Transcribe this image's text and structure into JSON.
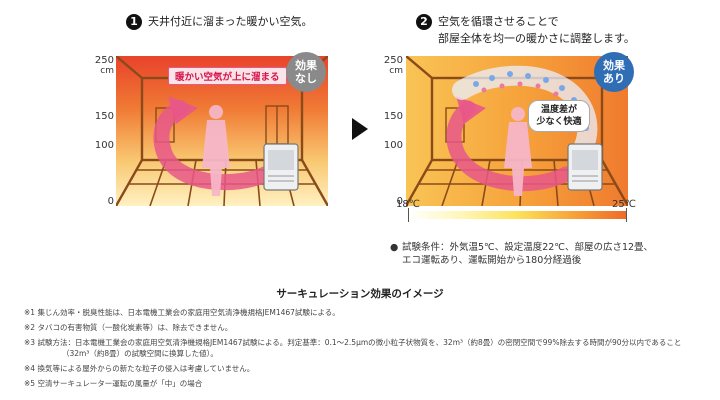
{
  "step1": {
    "number": "1",
    "text": "天井付近に溜まった暖かい空気。"
  },
  "step2": {
    "number": "2",
    "line1": "空気を循環させることで",
    "line2": "部屋全体を均一の暖かさに調整します。"
  },
  "axis": {
    "top": "250",
    "unit": "cm",
    "mid1": "150",
    "mid2": "100",
    "zero": "0"
  },
  "badge_off": {
    "line1": "効果",
    "line2": "なし",
    "color": "#8a8a8a"
  },
  "badge_on": {
    "line1": "効果",
    "line2": "あり",
    "color": "#2f6db5"
  },
  "banner1": "暖かい空気が上に溜まる",
  "callout2": {
    "line1": "温度差が",
    "line2": "少なく快適"
  },
  "temp_scale": {
    "min": "18℃",
    "max": "25℃"
  },
  "conditions": {
    "bullet": "●",
    "line1": "試験条件：外気温5℃、設定温度22℃、部屋の広さ12畳、",
    "line2": "エコ運転あり、運転開始から180分経過後"
  },
  "caption": "サーキュレーション効果のイメージ",
  "notes": [
    "※1 集じん効率・脱臭性能は、日本電機工業会の家庭用空気清浄機規格JEM1467試験による。",
    "※2 タバコの有害物質（一酸化炭素等）は、除去できません。",
    "※3 試験方法：日本電機工業会の家庭用空気清浄機規格JEM1467試験による。判定基準：0.1～2.5μmの微小粒子状物質を、32m³（約8畳）の密閉空間で99%除去する時間が90分以内であること",
    "（32m³（約8畳）の試験空間に換算した値）。",
    "※4 換気等による屋外からの新たな粒子の侵入は考慮していません。",
    "※5 空清サーキュレーター運転の風量が「中」の場合"
  ],
  "colors": {
    "hot": "#e8432b",
    "warm": "#f7a53a",
    "pale": "#fff3b0",
    "arrow": "#e8578a"
  }
}
